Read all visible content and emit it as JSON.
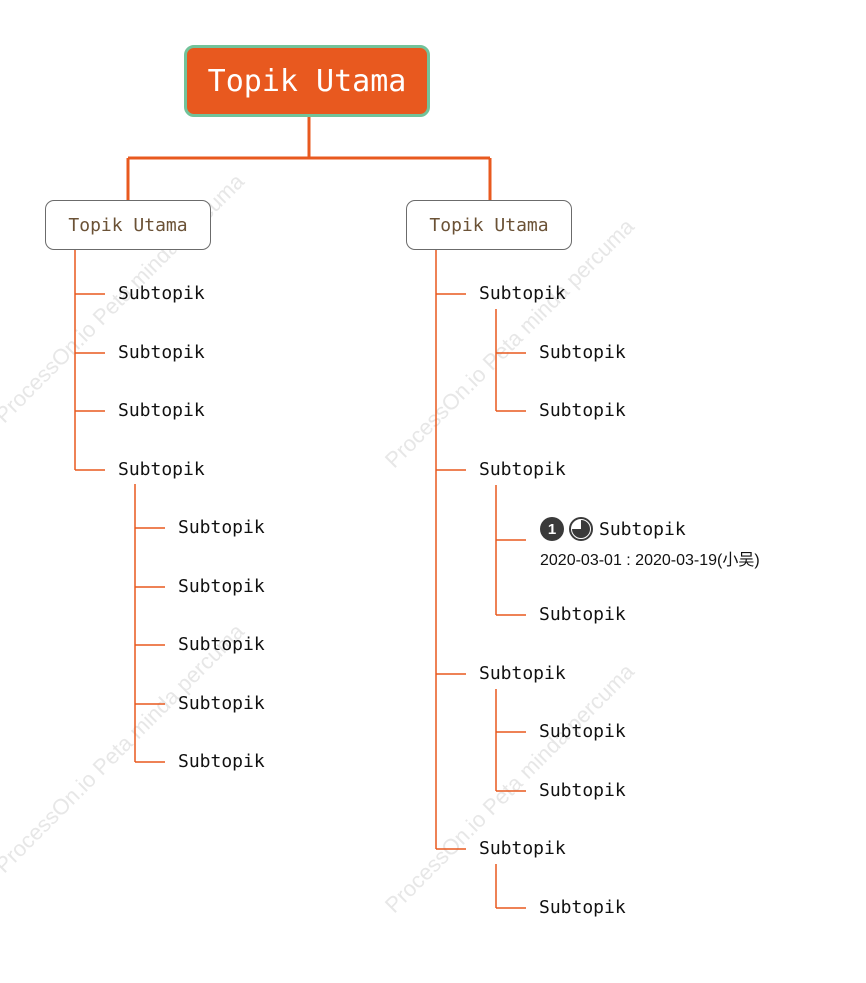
{
  "root": {
    "label": "Topik Utama"
  },
  "watermark": "ProcessOn.io Peta minda percuma",
  "branches": [
    {
      "label": "Topik Utama",
      "children": [
        {
          "label": "Subtopik"
        },
        {
          "label": "Subtopik"
        },
        {
          "label": "Subtopik"
        },
        {
          "label": "Subtopik",
          "children": [
            "Subtopik",
            "Subtopik",
            "Subtopik",
            "Subtopik",
            "Subtopik"
          ]
        }
      ]
    },
    {
      "label": "Topik Utama",
      "children": [
        {
          "label": "Subtopik",
          "children": [
            "Subtopik",
            "Subtopik"
          ]
        },
        {
          "label": "Subtopik",
          "task": {
            "priority": "1",
            "progress": 0.75,
            "label": "Subtopik",
            "dates": "2020-03-01 : 2020-03-19(小吴)"
          },
          "children": [
            "Subtopik"
          ]
        },
        {
          "label": "Subtopik",
          "children": [
            "Subtopik",
            "Subtopik"
          ]
        },
        {
          "label": "Subtopik",
          "children": [
            "Subtopik"
          ]
        }
      ]
    }
  ],
  "colors": {
    "accent": "#e8591f",
    "root_border": "#72c39a",
    "main_text": "#6b5236"
  },
  "icons": [
    "priority-1-icon",
    "progress-pie-icon"
  ]
}
